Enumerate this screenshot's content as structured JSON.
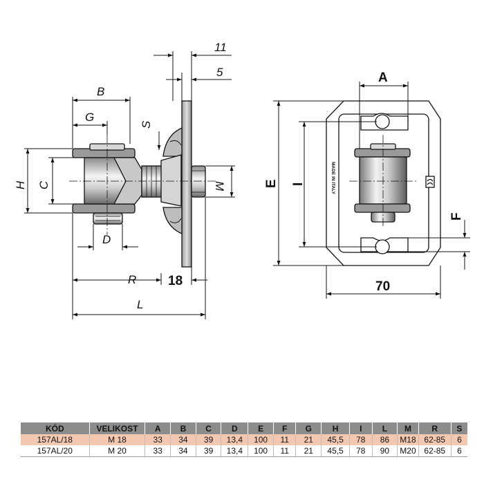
{
  "side_view": {
    "dim_11": "11",
    "dim_5": "5",
    "dim_B": "B",
    "dim_G": "G",
    "dim_S": "S",
    "dim_H": "H",
    "dim_C": "C",
    "dim_M": "M",
    "dim_D": "D",
    "dim_R": "R",
    "dim_18": "18",
    "dim_L": "L"
  },
  "front_view": {
    "dim_A": "A",
    "dim_E": "E",
    "dim_I": "I",
    "dim_F": "F",
    "dim_70": "70",
    "engraving": "MADE IN ITALY"
  },
  "table": {
    "headers": [
      "KÓD",
      "VELIKOST",
      "A",
      "B",
      "C",
      "D",
      "E",
      "F",
      "G",
      "H",
      "I",
      "L",
      "M",
      "R",
      "S"
    ],
    "rows": [
      [
        "157AL/18",
        "M 18",
        "33",
        "34",
        "39",
        "13,4",
        "100",
        "11",
        "21",
        "45,5",
        "78",
        "86",
        "M18",
        "62-85",
        "6"
      ],
      [
        "157AL/20",
        "M 20",
        "33",
        "34",
        "39",
        "13,4",
        "100",
        "11",
        "21",
        "45,5",
        "78",
        "90",
        "M20",
        "62-85",
        "6"
      ]
    ],
    "highlight_color": "#f4c7b0",
    "header_color": "#8c8c8c"
  }
}
